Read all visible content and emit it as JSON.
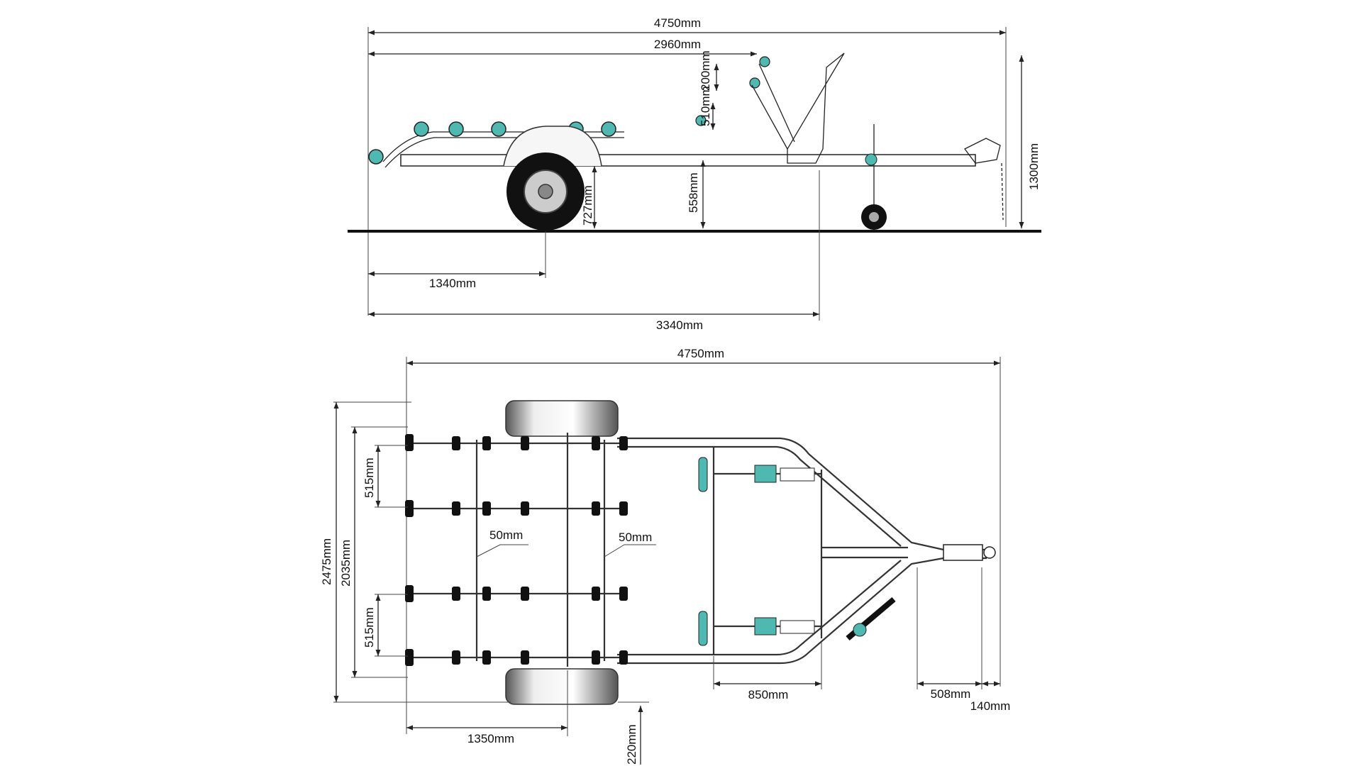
{
  "side_view": {
    "total_length": "4750mm",
    "roller_bed_length": "2960mm",
    "roller_step": "200mm",
    "bunk_height": "510mm",
    "frame_height": "558mm",
    "wheel_height": "727mm",
    "overall_height": "1300mm",
    "axle_position": "1340mm",
    "frame_length": "3340mm"
  },
  "top_view": {
    "total_length": "4750mm",
    "roller_spacing_top": "515mm",
    "roller_spacing_bottom": "515mm",
    "overall_width": "2475mm",
    "inner_width": "2035mm",
    "beam_left": "50mm",
    "beam_right": "50mm",
    "rear_offset": "1350mm",
    "wheel_offset": "220mm",
    "crossbar_gap": "850mm",
    "drawbar_length": "508mm",
    "coupler_length": "140mm"
  },
  "colors": {
    "roller": "#4fb8b0",
    "line": "#222222",
    "tire": "#111111"
  }
}
